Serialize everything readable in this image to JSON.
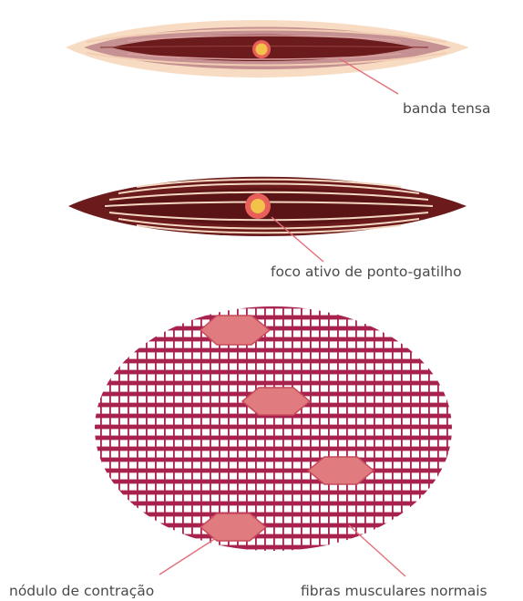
{
  "labels": {
    "taut_band": "banda tensa",
    "active_focus": "foco ativo de ponto-gatilho",
    "contraction_nodule": "nódulo de contração",
    "normal_fibers": "fibras musculares normais"
  },
  "colors": {
    "muscle_light": "#f7dcc3",
    "muscle_mauve": "#c59192",
    "muscle_dark": "#6b1b1c",
    "muscle_darkest": "#4f1012",
    "fiber_stroke": "#a7224c",
    "nodule_fill": "#e07b7f",
    "nodule_stroke": "#c74b5b",
    "focus_core": "#f2c24a",
    "focus_ring": "#e9605a",
    "leader": "#e2707a",
    "text": "#4a4a4a"
  }
}
